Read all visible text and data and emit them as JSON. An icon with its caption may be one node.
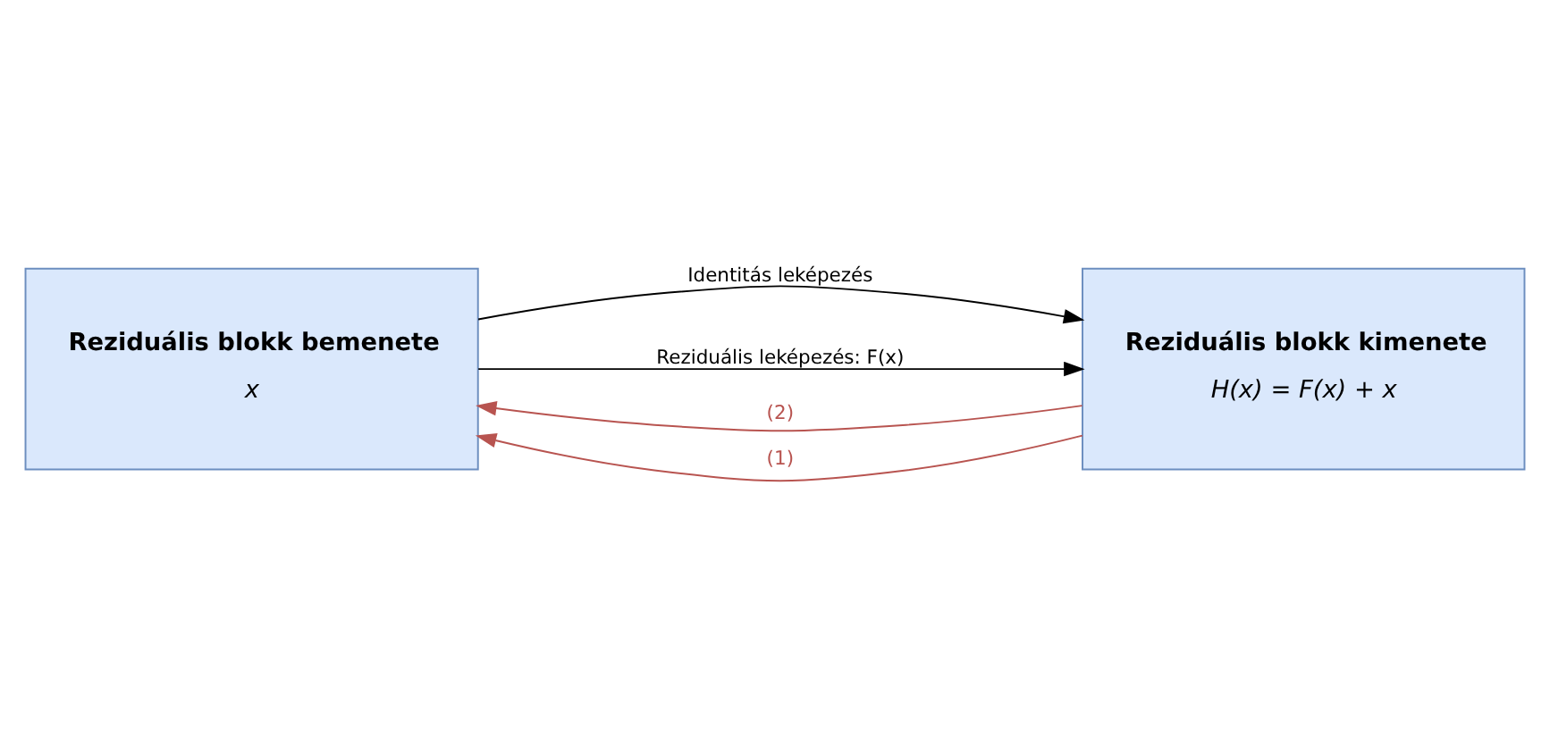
{
  "diagram": {
    "nodes": [
      {
        "text": [
          "Reziduális blokk bemenete",
          "x"
        ]
      },
      {
        "text": [
          "Reziduális blokk kimenete",
          "H(x) = F(x) + x"
        ]
      }
    ],
    "edges": [
      {
        "from": 0,
        "to": 1,
        "arrow": "to",
        "label": "Identitás leképezés"
      },
      {
        "from": 1,
        "to": 0,
        "arrow": "to",
        "label": "(2)",
        "color": "#b85450"
      },
      {
        "from": 0,
        "to": 1,
        "arrow": "to",
        "label": "Reziduális leképezés: F(x)"
      },
      {
        "from": 1,
        "to": 0,
        "arrow": "to",
        "label": "(1)",
        "color": "#b85450"
      }
    ]
  }
}
